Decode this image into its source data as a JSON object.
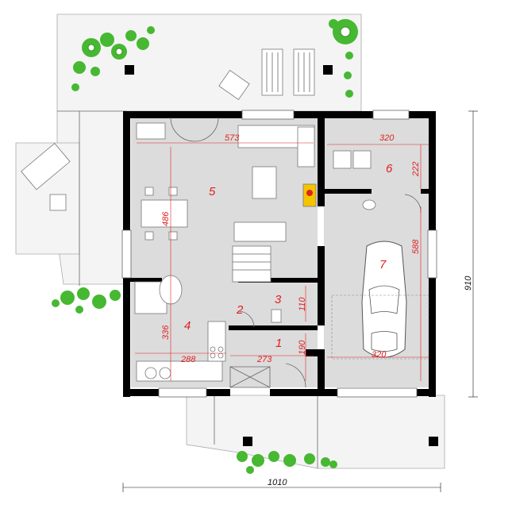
{
  "plan": {
    "rooms": [
      {
        "number": "1"
      },
      {
        "number": "2"
      },
      {
        "number": "3"
      },
      {
        "number": "4"
      },
      {
        "number": "5"
      },
      {
        "number": "6"
      },
      {
        "number": "7"
      }
    ],
    "dimensions": {
      "living_width": "573",
      "dining_height": "486",
      "kitchen_height": "336",
      "kitchen_width": "288",
      "hall_width": "273",
      "hall_height": "190",
      "wc_height": "110",
      "utility_width": "320",
      "utility_height": "222",
      "garage_height": "588",
      "garage_width": "320",
      "total_width": "1010",
      "total_depth": "910"
    }
  },
  "colors": {
    "wall": "#000000",
    "floor": "#dcdcdc",
    "terrace": "#f2f2f2",
    "dimension": "#e02020",
    "plants": "#46b832",
    "fireplace": "#f5c400"
  }
}
